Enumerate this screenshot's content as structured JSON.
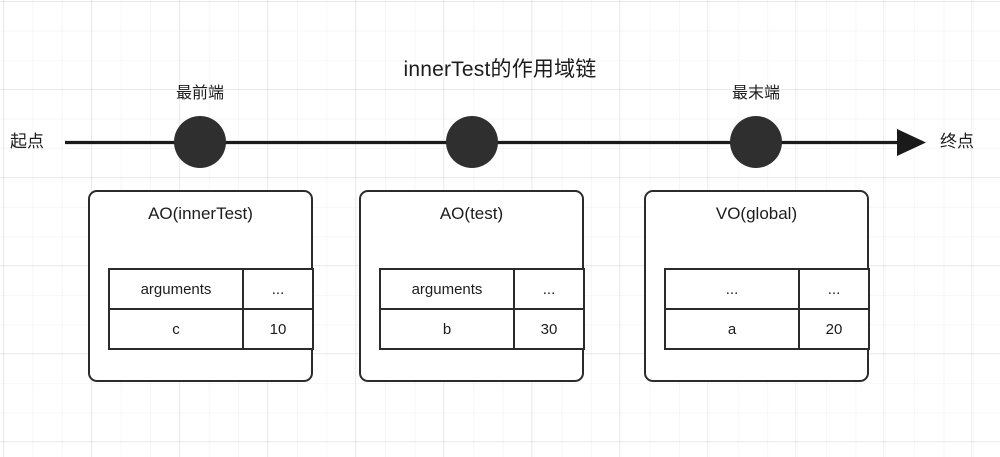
{
  "diagram": {
    "title": "innerTest的作用域链",
    "axis": {
      "start_label": "起点",
      "end_label": "终点",
      "arrow_icon": "arrow-right-icon",
      "line_color": "#1a1a1a"
    },
    "node_color": "#2f2f2f",
    "nodes": [
      {
        "label": "最前端"
      },
      {
        "label": ""
      },
      {
        "label": "最末端"
      }
    ],
    "scopes": [
      {
        "title": "AO(innerTest)",
        "rows": [
          {
            "key": "arguments",
            "value": "..."
          },
          {
            "key": "c",
            "value": "10"
          }
        ]
      },
      {
        "title": "AO(test)",
        "rows": [
          {
            "key": "arguments",
            "value": "..."
          },
          {
            "key": "b",
            "value": "30"
          }
        ]
      },
      {
        "title": "VO(global)",
        "rows": [
          {
            "key": "...",
            "value": "..."
          },
          {
            "key": "a",
            "value": "20"
          }
        ]
      }
    ]
  }
}
